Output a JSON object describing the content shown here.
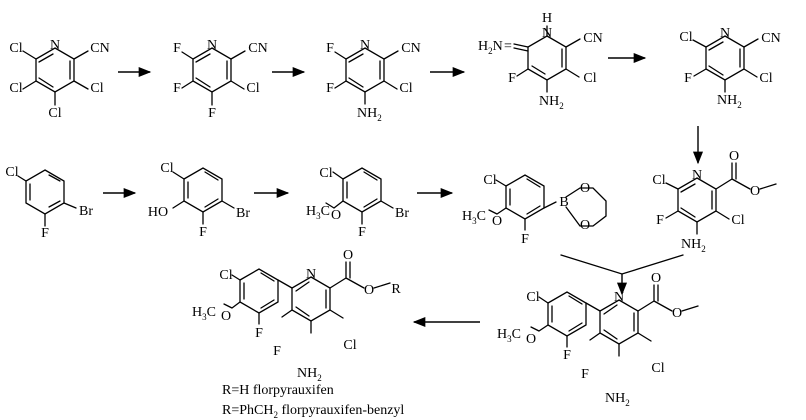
{
  "atoms": {
    "Cl": "Cl",
    "F": "F",
    "N": "N",
    "H": "H",
    "O": "O",
    "B": "B",
    "Br": "Br",
    "CN": "CN",
    "NH": "NH",
    "H2": "2",
    "R": "R",
    "HO": "HO",
    "H3C": "H",
    "H3C_sub": "3",
    "H3C_C": "C",
    "H2N": "H",
    "H2N_sub": "2",
    "H2N_N": "N"
  },
  "captions": {
    "r_h": "R=H florpyrauxifen",
    "r_bn_pre": "R=PhCH",
    "r_bn_sub": "2",
    "r_bn_post": " florpyrauxifen-benzyl"
  }
}
